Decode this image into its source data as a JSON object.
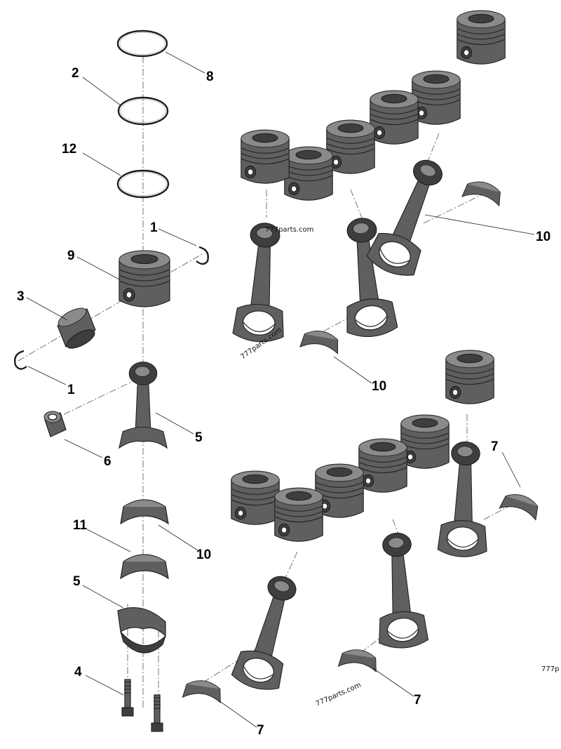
{
  "diagram": {
    "callouts": [
      {
        "id": "c8",
        "text": "8"
      },
      {
        "id": "c2",
        "text": "2"
      },
      {
        "id": "c12",
        "text": "12"
      },
      {
        "id": "c1a",
        "text": "1"
      },
      {
        "id": "c9",
        "text": "9"
      },
      {
        "id": "c3",
        "text": "3"
      },
      {
        "id": "c1b",
        "text": "1"
      },
      {
        "id": "c5a",
        "text": "5"
      },
      {
        "id": "c6",
        "text": "6"
      },
      {
        "id": "c11",
        "text": "11"
      },
      {
        "id": "c10a",
        "text": "10"
      },
      {
        "id": "c5b",
        "text": "5"
      },
      {
        "id": "c4",
        "text": "4"
      },
      {
        "id": "c10b",
        "text": "10"
      },
      {
        "id": "c10c",
        "text": "10"
      },
      {
        "id": "c7a",
        "text": "7"
      },
      {
        "id": "c7b",
        "text": "7"
      },
      {
        "id": "c7c",
        "text": "7"
      }
    ],
    "watermarks": [
      {
        "id": "w1",
        "text": "777parts.com"
      },
      {
        "id": "w2",
        "text": "777parts.com"
      },
      {
        "id": "w3",
        "text": "777parts.com"
      },
      {
        "id": "w4",
        "text": "777p"
      }
    ]
  }
}
